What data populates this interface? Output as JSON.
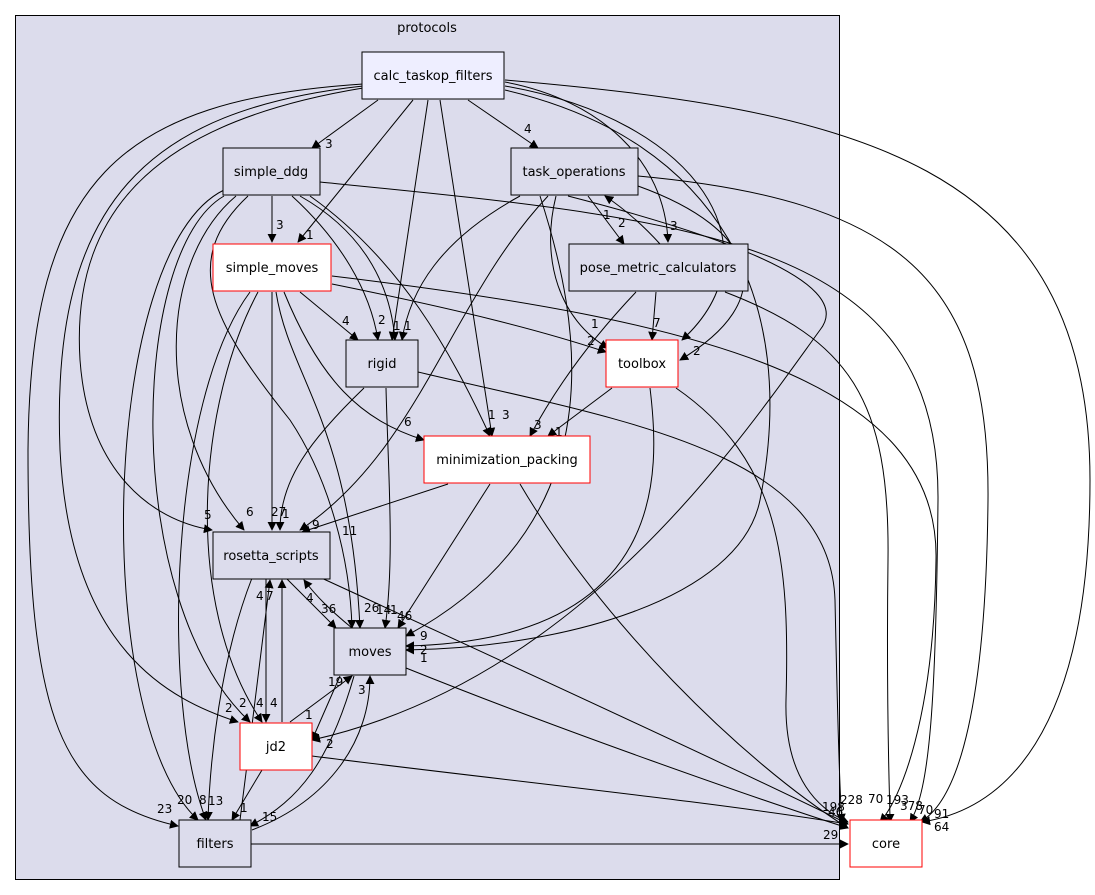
{
  "cluster": {
    "label": "protocols",
    "fill": "#dcdcec",
    "stroke": "#000000"
  },
  "colors": {
    "normal_border": "#000000",
    "truncated_border": "#ff0000",
    "focus_fill": "#eeeeff",
    "node_fill": "#dcdcec",
    "white": "#ffffff"
  },
  "nodes": {
    "calc_taskop_filters": {
      "label": "calc_taskop_filters",
      "style": "focus"
    },
    "simple_ddg": {
      "label": "simple_ddg",
      "style": "normal"
    },
    "task_operations": {
      "label": "task_operations",
      "style": "normal"
    },
    "pose_metric_calculators": {
      "label": "pose_metric_calculators",
      "style": "normal"
    },
    "simple_moves": {
      "label": "simple_moves",
      "style": "truncated"
    },
    "rigid": {
      "label": "rigid",
      "style": "normal"
    },
    "toolbox": {
      "label": "toolbox",
      "style": "truncated"
    },
    "minimization_packing": {
      "label": "minimization_packing",
      "style": "truncated"
    },
    "rosetta_scripts": {
      "label": "rosetta_scripts",
      "style": "normal"
    },
    "moves": {
      "label": "moves",
      "style": "normal"
    },
    "jd2": {
      "label": "jd2",
      "style": "truncated"
    },
    "filters": {
      "label": "filters",
      "style": "normal"
    },
    "core": {
      "label": "core",
      "style": "external-truncated"
    }
  },
  "edge_labels": {
    "calc_simple_ddg": "3",
    "calc_task_operations": "4",
    "calc_simple_moves": "1",
    "ddg_simple_moves": "3",
    "taskop_pose_metric": "2",
    "pose_metric_taskop": "1",
    "pose_metric_toolbox": "7",
    "taskop_toolbox": "1",
    "ddg_rigid_a": "2",
    "ddg_rigid_b": "1",
    "sm_rigid": "4",
    "sm_toolbox": "2",
    "calc_toolbox": "2",
    "calc_pose_metric": "3",
    "pose_metric_min": "3",
    "toolbox_min": "1",
    "ddg_min": "1",
    "calc_min": "3",
    "sm_min": "6",
    "calc_rosetta": "5",
    "ddg_rosetta": "6",
    "sm_rosetta": "27",
    "rigid_rosetta": "1",
    "taskop_rosetta": "9",
    "min_rosetta": "11",
    "rosetta_moves": "36",
    "moves_rosetta": "4",
    "moves_multi": "26",
    "moves_multi2": "14",
    "moves_multi3": "1",
    "moves_multi4": "46",
    "taskop_moves": "9",
    "calc_moves": "2",
    "toolbox_moves": "1",
    "jd2_moves": "1",
    "moves_jd2": "19",
    "filters_moves": "3",
    "rosetta_jd2": "4",
    "jd2_rosetta": "7",
    "sm_jd2": "4",
    "ddg_jd2": "2",
    "calc_jd2": "2",
    "taskop_jd2": "2",
    "rosetta_filters": "4",
    "filters_rosetta": "13",
    "jd2_filters": "1",
    "calc_filters": "23",
    "ddg_filters": "20",
    "sm_filters": "8",
    "moves_filters": "15",
    "filters_core": "29",
    "core_a": "198",
    "core_b": "228",
    "core_c": "70",
    "core_d": "193",
    "core_e": "378",
    "core_f": "70",
    "core_g": "91",
    "core_h": "64",
    "core_i": "46"
  }
}
